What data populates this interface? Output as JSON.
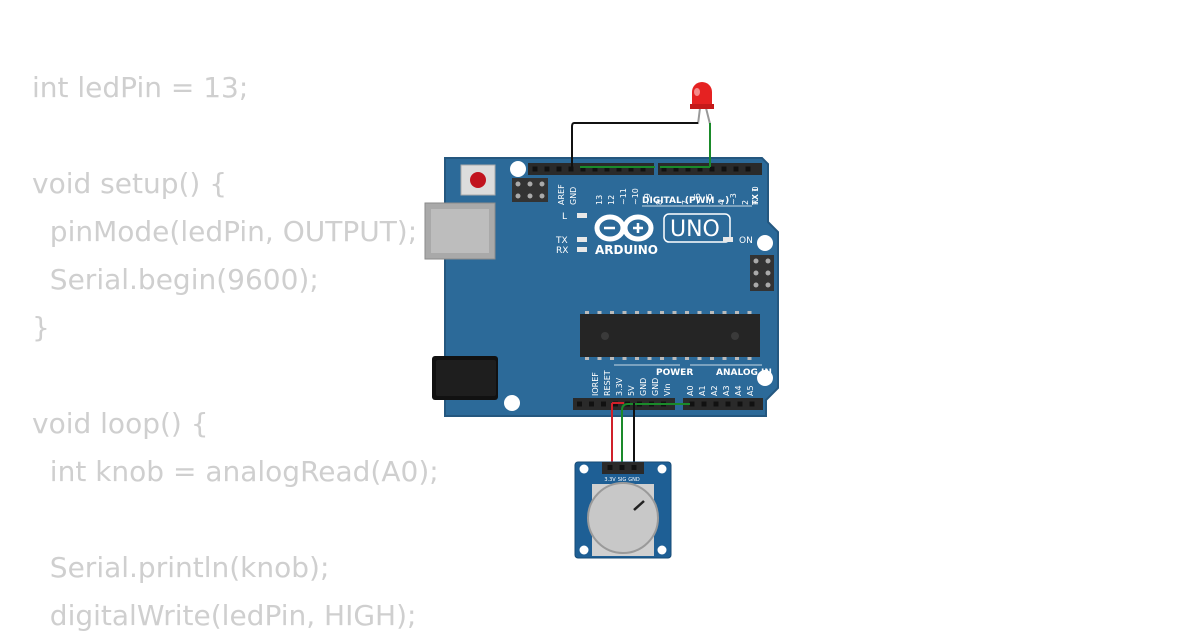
{
  "code_lines": [
    "int ledPin = 13;",
    "",
    "void setup() {",
    "  pinMode(ledPin, OUTPUT);",
    "  Serial.begin(9600);",
    "}",
    "",
    "void loop() {",
    "  int knob = analogRead(A0);",
    "",
    "  Serial.println(knob);",
    "  digitalWrite(ledPin, HIGH);"
  ],
  "board": {
    "brand": "ARDUINO",
    "model": "UNO",
    "digital_label": "DIGITAL (PWM ~)",
    "power_label": "POWER",
    "analog_label": "ANALOG IN",
    "on_label": "ON",
    "l_label": "L",
    "tx_label": "TX",
    "rx_label": "RX",
    "digital_pins": [
      "AREF",
      "GND",
      "13",
      "12",
      "~11",
      "~10",
      "~9",
      "8",
      "7",
      "~6",
      "~5",
      "4",
      "~3",
      "2",
      "TX 1",
      "RX 0"
    ],
    "power_pins": [
      "IOREF",
      "RESET",
      "3.3V",
      "5V",
      "GND",
      "GND",
      "Vin"
    ],
    "analog_pins": [
      "A0",
      "A1",
      "A2",
      "A3",
      "A4",
      "A5"
    ]
  },
  "potentiometer": {
    "pins": [
      "3.3V",
      "SIG",
      "GND"
    ]
  },
  "colors": {
    "code_text": "#cfcfcf",
    "board": "#2c6a99",
    "board_edge": "#24577f",
    "header": "#2a2a2a",
    "chip": "#252525",
    "wire_red": "#d0202a",
    "wire_green": "#1a8a2a",
    "wire_black": "#111111",
    "led_red": "#e52222",
    "pot_board": "#1e5f95",
    "knob": "#c8c8c8"
  }
}
